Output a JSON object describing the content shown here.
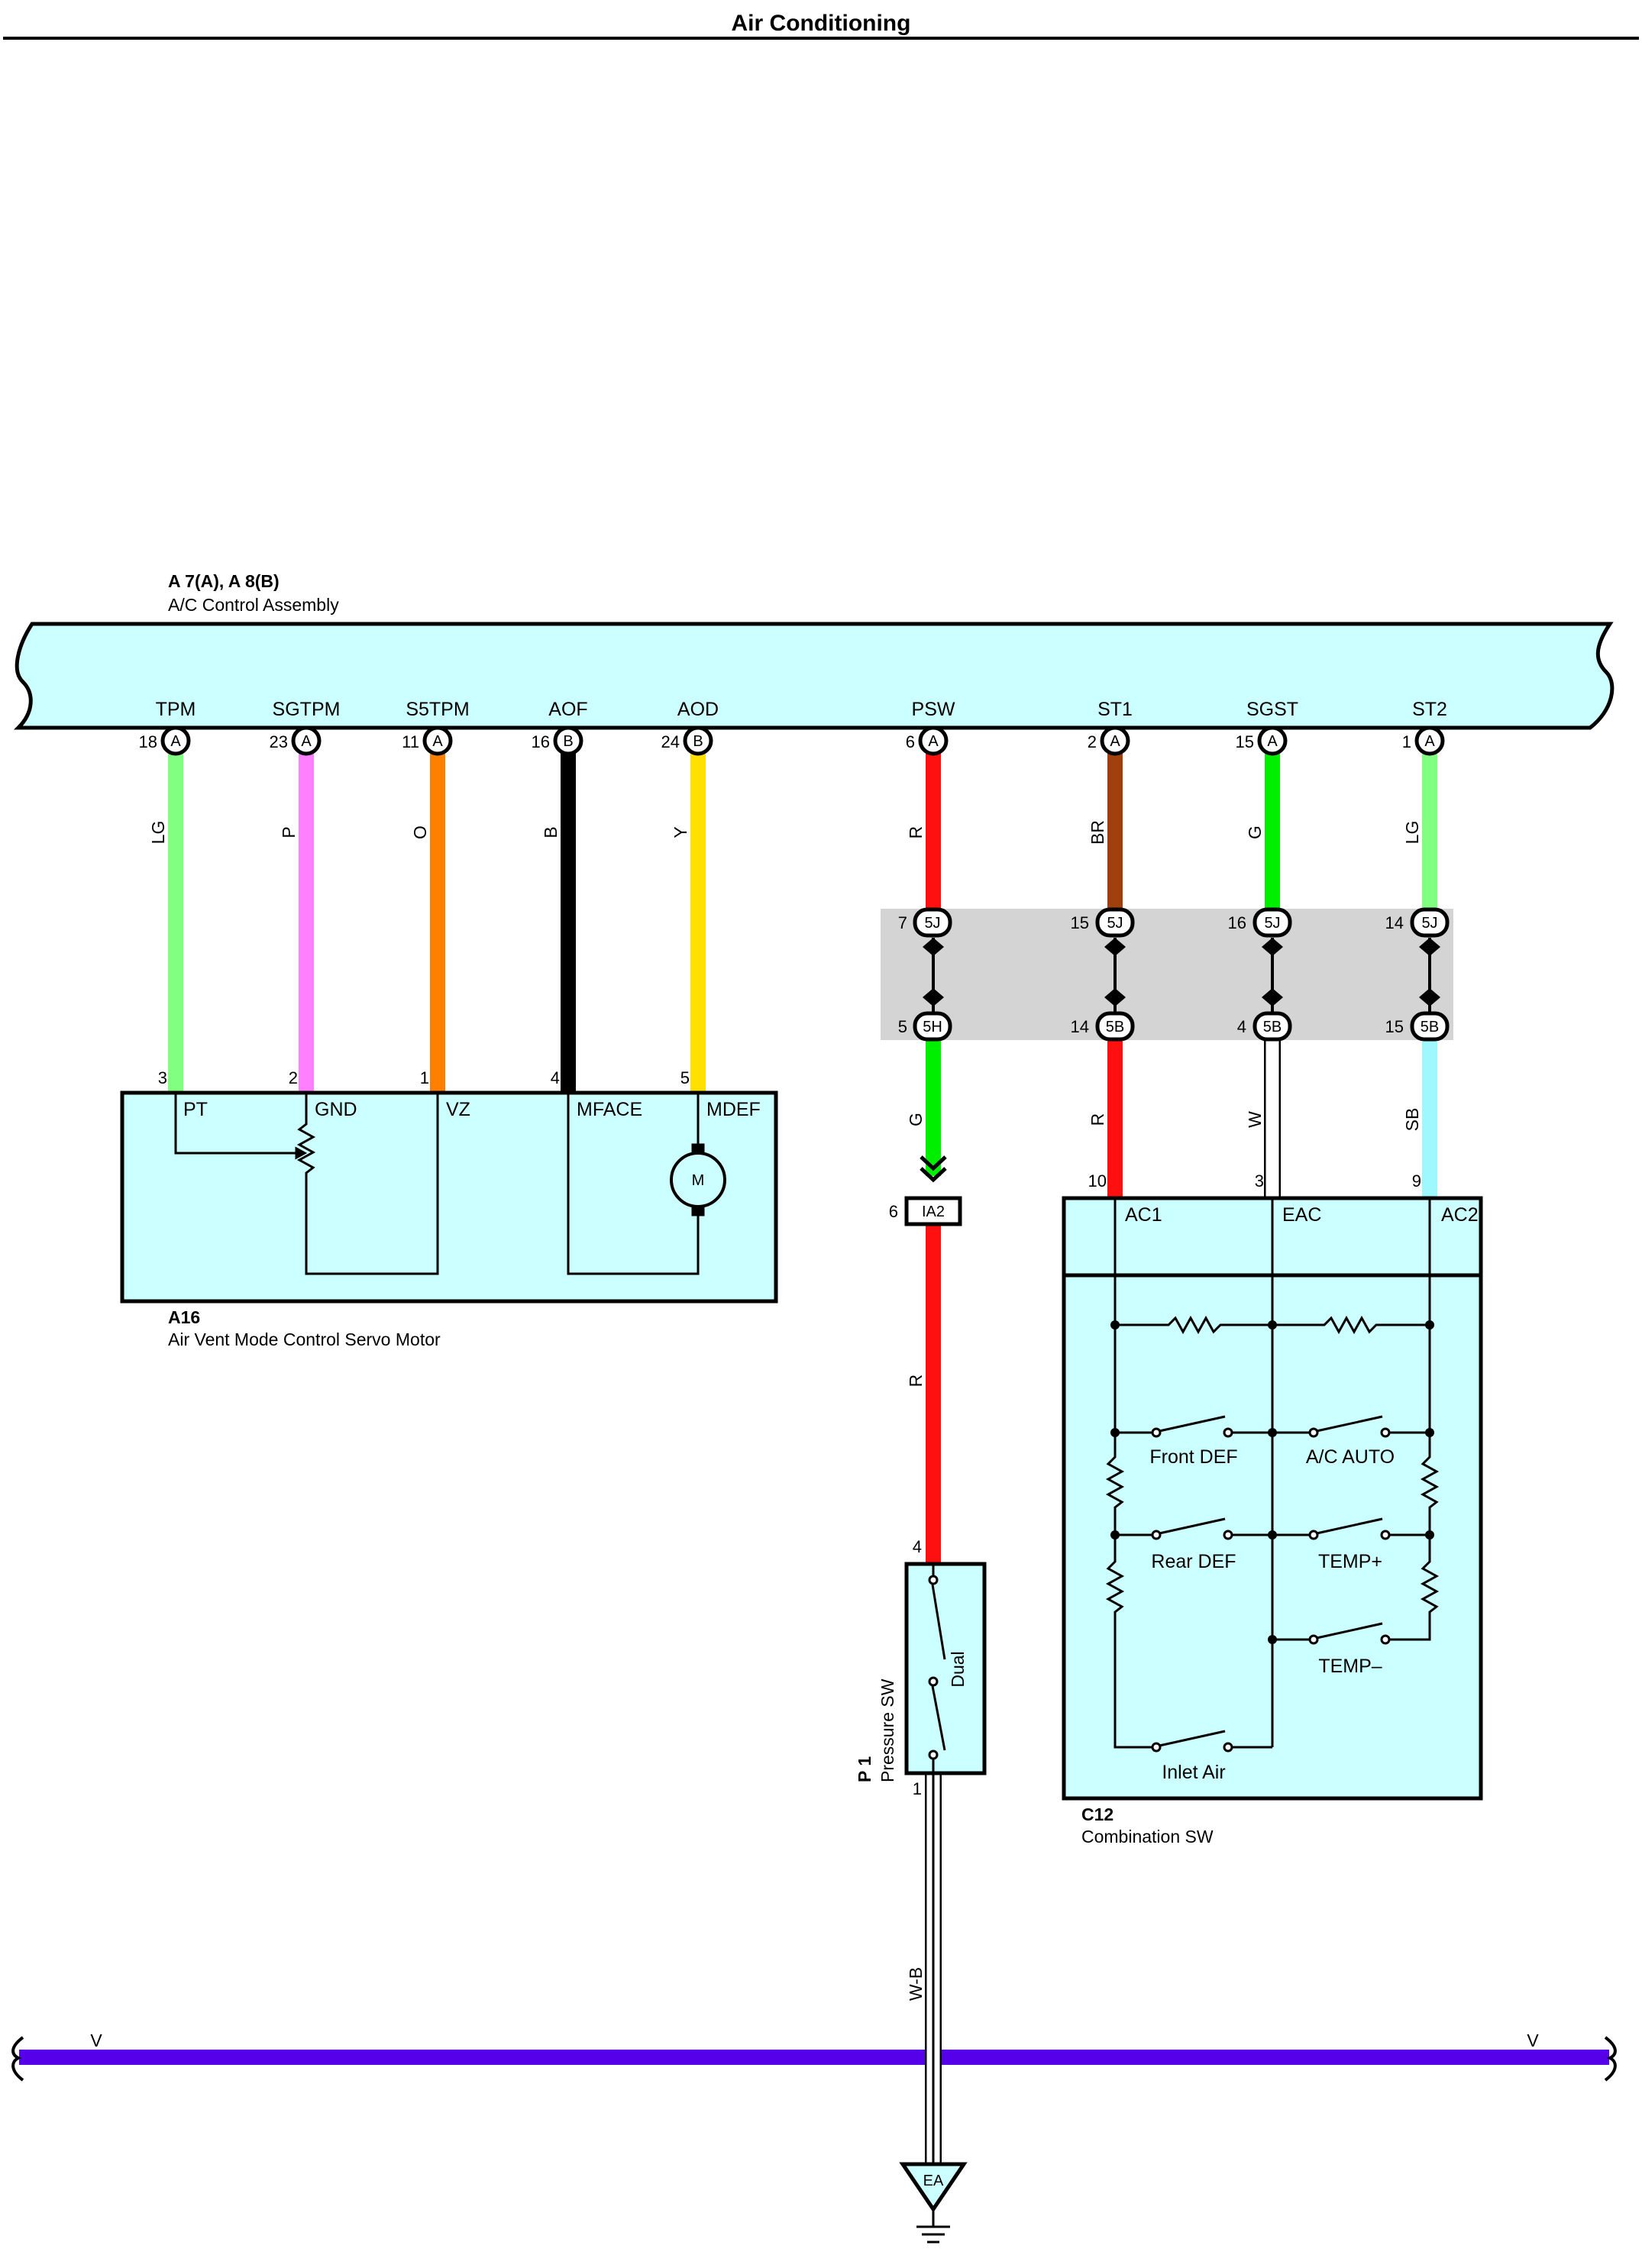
{
  "header": {
    "title": "Air Conditioning"
  },
  "ac_control": {
    "id": "A 7(A), A 8(B)",
    "name": "A/C Control Assembly",
    "terminals": [
      {
        "label": "TPM",
        "pin": "18",
        "conn": "A",
        "wire": "LG",
        "color": "#80ff80"
      },
      {
        "label": "SGTPM",
        "pin": "23",
        "conn": "A",
        "wire": "P",
        "color": "#ff80ff"
      },
      {
        "label": "S5TPM",
        "pin": "11",
        "conn": "A",
        "wire": "O",
        "color": "#ff8000"
      },
      {
        "label": "AOF",
        "pin": "16",
        "conn": "B",
        "wire": "B",
        "color": "#000000"
      },
      {
        "label": "AOD",
        "pin": "24",
        "conn": "B",
        "wire": "Y",
        "color": "#ffe000"
      },
      {
        "label": "PSW",
        "pin": "6",
        "conn": "A",
        "wire": "R",
        "color": "#ff1010"
      },
      {
        "label": "ST1",
        "pin": "2",
        "conn": "A",
        "wire": "BR",
        "color": "#a0400c"
      },
      {
        "label": "SGST",
        "pin": "15",
        "conn": "A",
        "wire": "G",
        "color": "#00ee00"
      },
      {
        "label": "ST2",
        "pin": "1",
        "conn": "A",
        "wire": "LG",
        "color": "#80ff80"
      }
    ]
  },
  "servo": {
    "id": "A16",
    "name": "Air Vent Mode Control Servo Motor",
    "pins": [
      {
        "num": "3",
        "label": "PT"
      },
      {
        "num": "2",
        "label": "GND"
      },
      {
        "num": "1",
        "label": "VZ"
      },
      {
        "num": "4",
        "label": "MFACE"
      },
      {
        "num": "5",
        "label": "MDEF"
      }
    ],
    "motor_symbol": "M"
  },
  "junction": {
    "top": [
      {
        "pin": "7",
        "code": "5J"
      },
      {
        "pin": "15",
        "code": "5J"
      },
      {
        "pin": "16",
        "code": "5J"
      },
      {
        "pin": "14",
        "code": "5J"
      }
    ],
    "bottom": [
      {
        "pin": "5",
        "code": "5H"
      },
      {
        "pin": "14",
        "code": "5B"
      },
      {
        "pin": "4",
        "code": "5B"
      },
      {
        "pin": "15",
        "code": "5B"
      }
    ]
  },
  "lower_wires": [
    {
      "label": "G",
      "color": "#00ee00"
    },
    {
      "label": "R",
      "color": "#ff1010"
    },
    {
      "label": "W",
      "color": "#ffffff"
    },
    {
      "label": "SB",
      "color": "#a0f8ff"
    }
  ],
  "connector_ia2": {
    "pin": "6",
    "code": "IA2"
  },
  "psw_lower_wire": {
    "label": "R",
    "color": "#ff1010"
  },
  "pressure_sw": {
    "id": "P 1",
    "name": "Pressure SW",
    "inner_label": "Dual",
    "pin_top": "4",
    "pin_bottom": "1",
    "ground_wire": "W-B"
  },
  "combination_sw": {
    "id": "C12",
    "name": "Combination SW",
    "pins": [
      {
        "num": "10",
        "label": "AC1"
      },
      {
        "num": "3",
        "label": "EAC"
      },
      {
        "num": "9",
        "label": "AC2"
      }
    ],
    "switches": [
      "Front DEF",
      "A/C AUTO",
      "Rear DEF",
      "TEMP+",
      "TEMP–",
      "Inlet Air"
    ]
  },
  "bus": {
    "left_label": "V",
    "right_label": "V",
    "color": "#5500e8"
  },
  "ground": {
    "label": "EA"
  },
  "colors": {
    "component_fill": "#ccffff",
    "junction_fill": "#d4d4d4"
  }
}
